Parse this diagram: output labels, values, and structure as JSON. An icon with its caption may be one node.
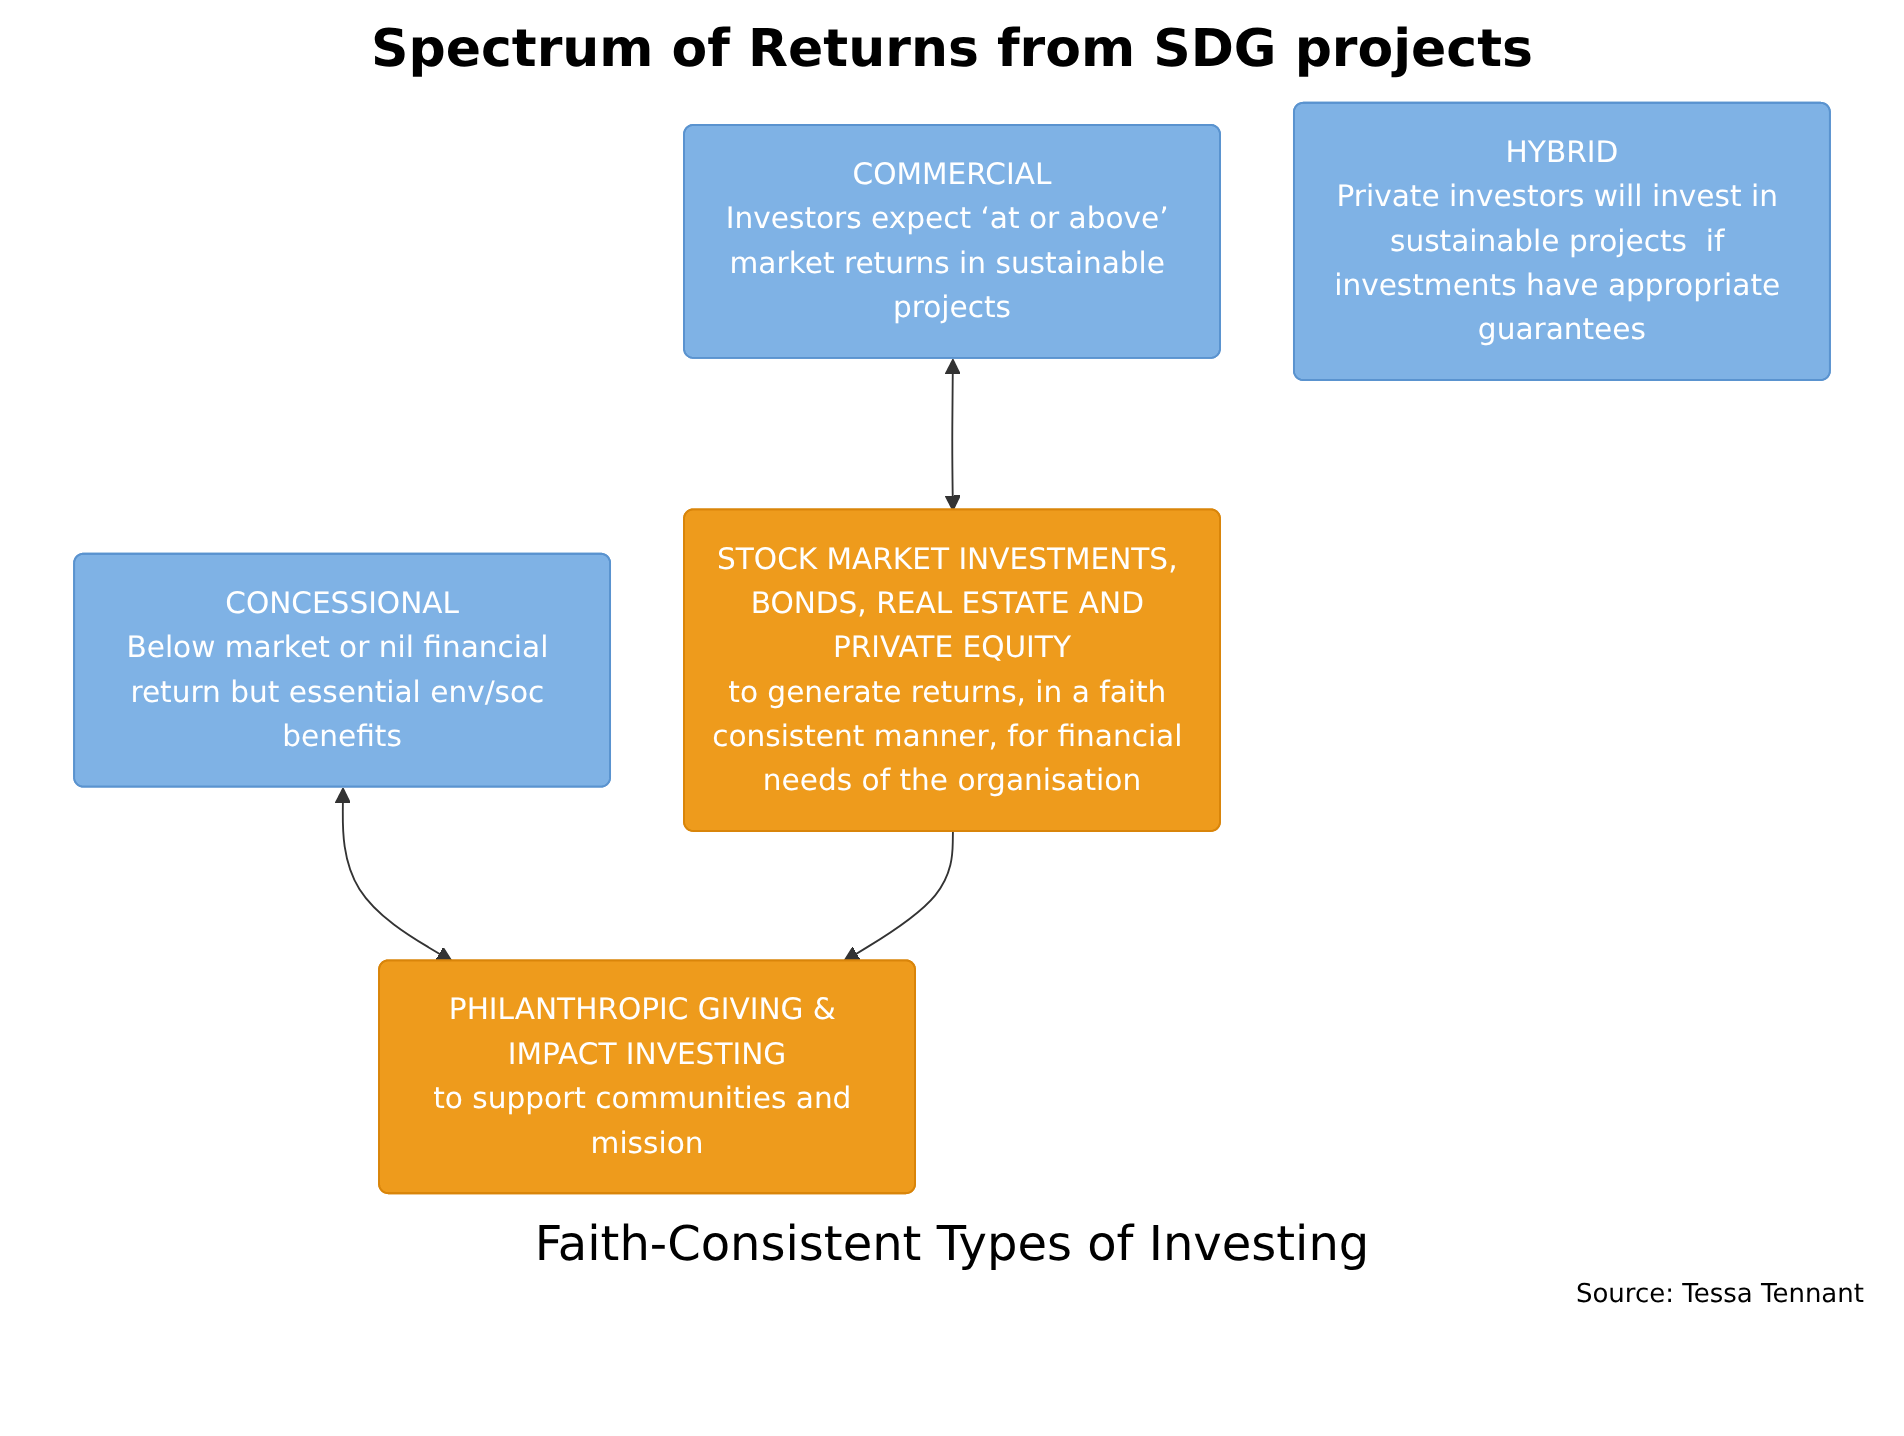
{
  "diagram": {
    "title": "Spectrum of Returns from SDG projects",
    "nodes": [
      {
        "text": [
          "COMMERCIAL",
          "Investors expect ‘at or above’ market returns in sustainable projects"
        ]
      },
      {
        "text": [
          "HYBRID",
          "Private investors will invest in sustainable projects  if investments have appropriate guarantees"
        ]
      },
      {
        "text": [
          "CONCESSIONAL",
          "Below market or nil financial return but essential env/soc benefits"
        ]
      },
      {
        "text": [
          "STOCK MARKET INVESTMENTS, BONDS, REAL ESTATE AND PRIVATE EQUITY",
          "to generate returns, in a faith consistent manner, for financial needs of the organisation"
        ]
      },
      {
        "text": [
          "PHILANTHROPIC GIVING & IMPACT INVESTING",
          "to support communities and mission"
        ]
      }
    ],
    "edges": [
      {
        "from": 0,
        "to": 3,
        "arrow": "both"
      },
      {
        "from": 2,
        "to": 4,
        "arrow": "both"
      },
      {
        "from": 3,
        "to": 4,
        "arrow": "to"
      }
    ],
    "labels": [
      "Faith-Consistent Types of Investing"
    ],
    "caption": "Source: Tessa Tennant"
  }
}
